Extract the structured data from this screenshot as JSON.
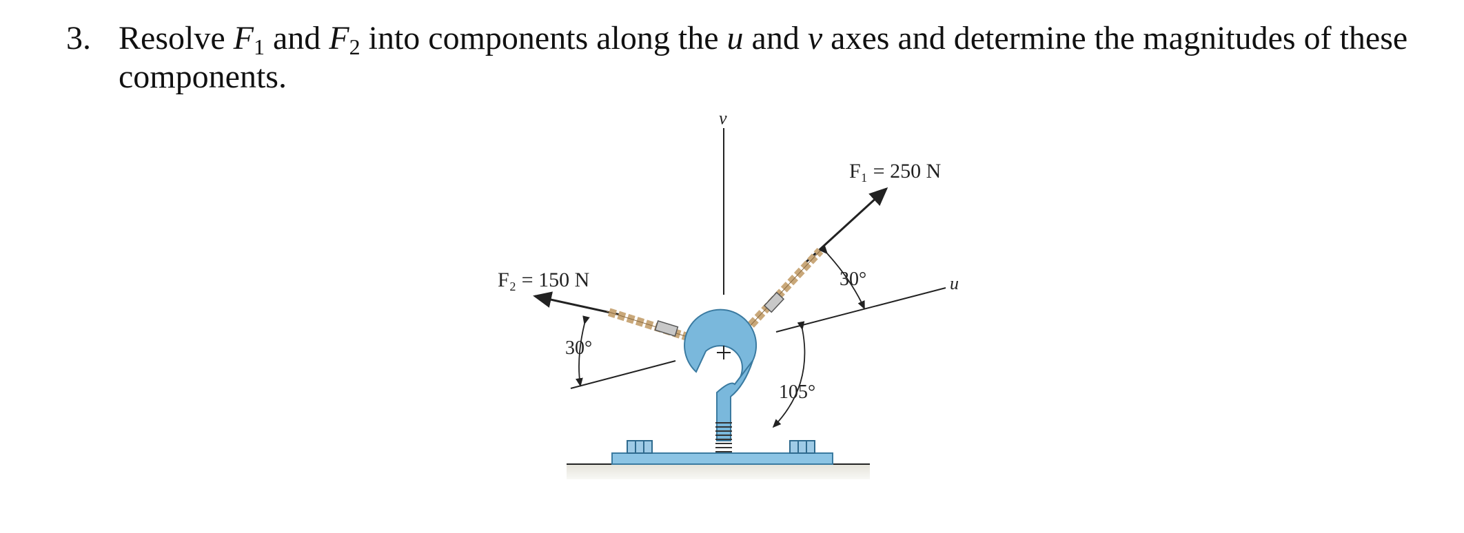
{
  "problem": {
    "number": "3.",
    "before_f1": "Resolve ",
    "f1_symbol": "F",
    "f1_sub": "1",
    "and_1": " and ",
    "f2_symbol": "F",
    "f2_sub": "2",
    "mid_text": " into components along the ",
    "u_symbol": "u",
    "and_2": " and ",
    "v_symbol": "v",
    "after_text": " axes and determine the magnitudes of these components."
  },
  "figure": {
    "axis_v_label": "v",
    "axis_u_label": "u",
    "f1_label": "F₁ = 250 N",
    "f2_label": "F₂ = 150 N",
    "angle_f1": "30°",
    "angle_f2": "30°",
    "angle_uv": "105°",
    "colors": {
      "hook": "#7ab8dc",
      "hook_edge": "#3a7aa0",
      "plate": "#8cc4e4",
      "base_shadow": "#d8d6cc",
      "rope": "#c9a87a",
      "line": "#222222"
    }
  }
}
